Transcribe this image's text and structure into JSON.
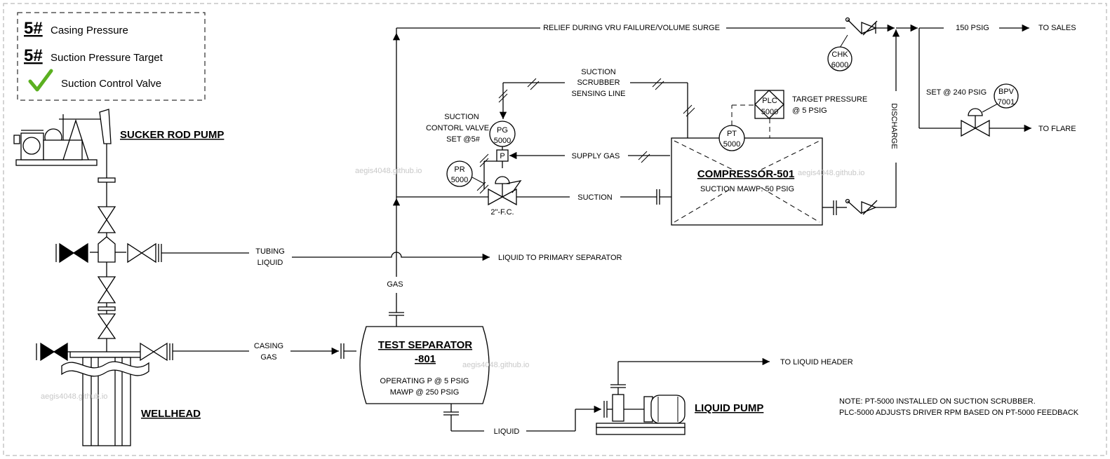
{
  "legend": {
    "items": [
      {
        "symbol": "5#",
        "label": "Casing Pressure"
      },
      {
        "symbol": "5#",
        "label": "Suction Pressure Target"
      },
      {
        "symbol": "check-icon",
        "label": "Suction Control Valve"
      }
    ],
    "check_color": "#5bb020"
  },
  "equipment": {
    "sucker_rod_pump": "SUCKER ROD PUMP",
    "wellhead": "WELLHEAD",
    "test_separator_line1": "TEST SEPARATOR",
    "test_separator_line2": "-801",
    "test_separator_op": "OPERATING P @ 5 PSIG",
    "test_separator_mawp": "MAWP @ 250 PSIG",
    "compressor": "COMPRESSOR-501",
    "compressor_mawp": "SUCTION MAWP: 50 PSIG",
    "liquid_pump": "LIQUID PUMP"
  },
  "instruments": {
    "pg": {
      "tag": "PG",
      "num": "5000"
    },
    "pr": {
      "tag": "PR",
      "num": "5000"
    },
    "pt": {
      "tag": "PT",
      "num": "5000"
    },
    "plc": {
      "tag": "PLC",
      "num": "5000"
    },
    "chk": {
      "tag": "CHK",
      "num": "6000"
    },
    "bpv": {
      "tag": "BPV",
      "num": "7001"
    },
    "p_box": "P"
  },
  "labels": {
    "relief": "RELIEF DURING VRU FAILURE/VOLUME SURGE",
    "psig150": "150 PSIG",
    "to_sales": "TO SALES",
    "set240": "SET @ 240 PSIG",
    "to_flare": "TO FLARE",
    "discharge": "DISCHARGE",
    "target_pressure_1": "TARGET PRESSURE",
    "target_pressure_2": "@ 5 PSIG",
    "scrubber_1": "SUCTION",
    "scrubber_2": "SCRUBBER",
    "scrubber_3": "SENSING LINE",
    "scv_1": "SUCTION",
    "scv_2": "CONTORL VALVE",
    "scv_3": "SET @5#",
    "supply_gas": "SUPPLY GAS",
    "suction": "SUCTION",
    "valve_size": "2\"-F.C.",
    "tubing_1": "TUBING",
    "tubing_2": "LIQUID",
    "liquid_to_primary": "LIQUID TO PRIMARY SEPARATOR",
    "gas": "GAS",
    "casing_1": "CASING",
    "casing_2": "GAS",
    "liquid": "LIQUID",
    "to_liquid_header": "TO LIQUID HEADER",
    "note_1": "NOTE: PT-5000 INSTALLED ON SUCTION SCRUBBER.",
    "note_2": "PLC-5000 ADJUSTS DRIVER RPM BASED ON PT-5000 FEEDBACK"
  },
  "watermark": "aegis4048.github.io"
}
